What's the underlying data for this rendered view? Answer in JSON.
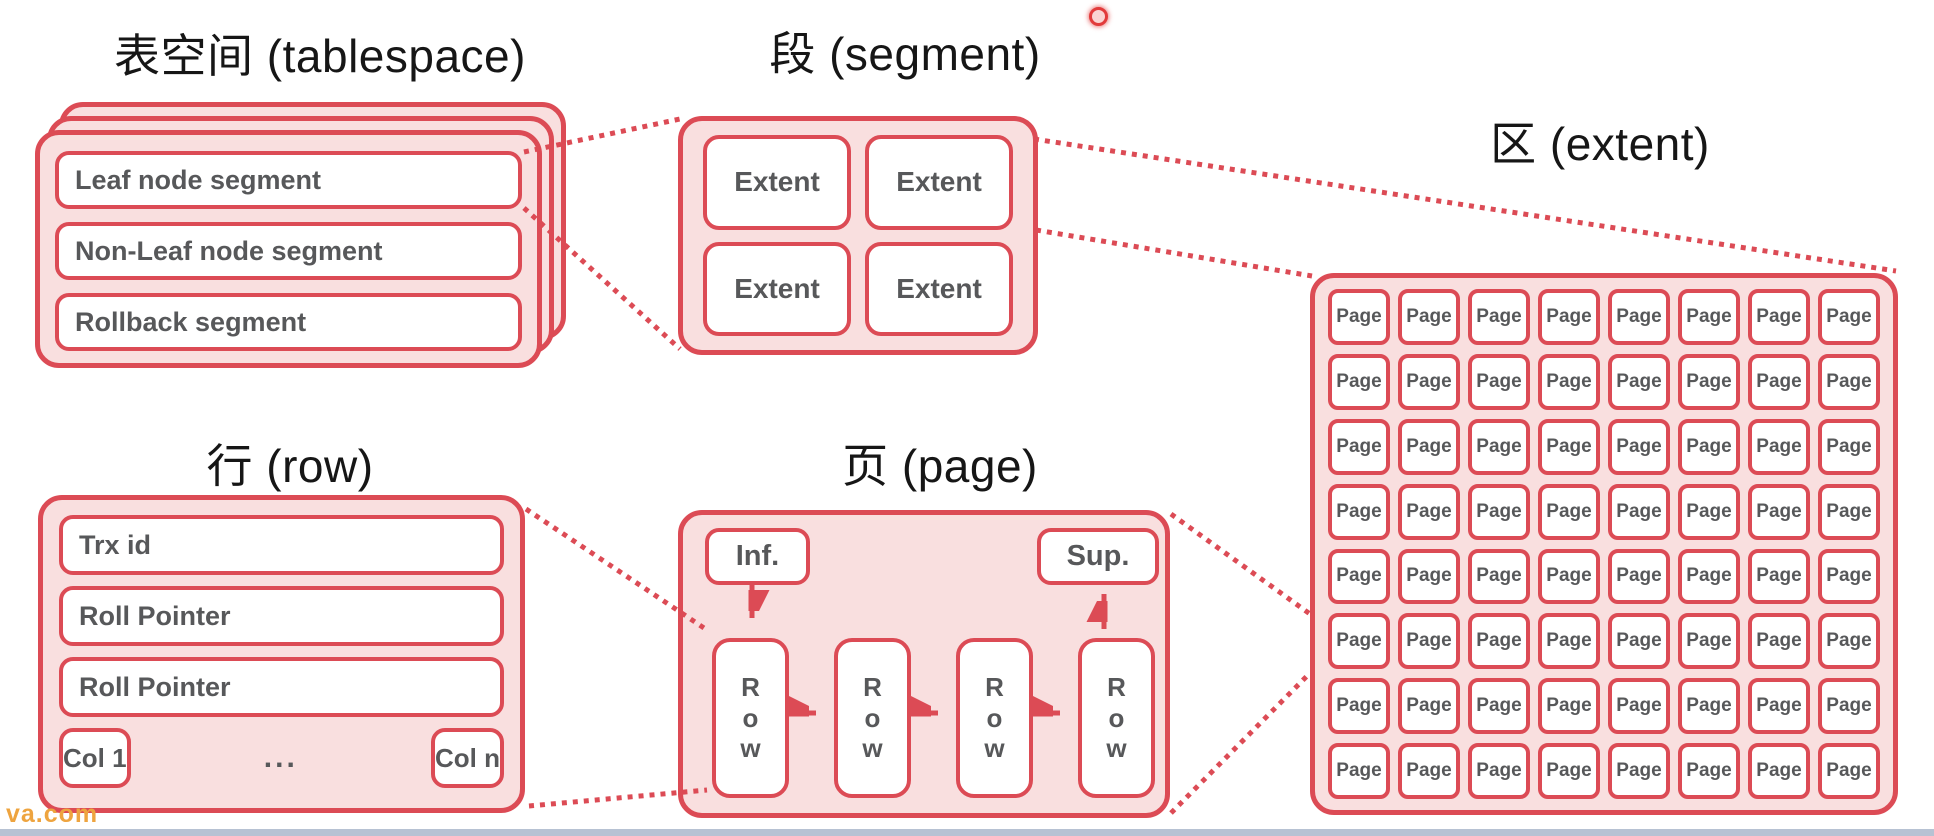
{
  "tablespace": {
    "title": "表空间 (tablespace)",
    "items": [
      "Leaf node segment",
      "Non-Leaf node segment",
      "Rollback segment"
    ]
  },
  "segment": {
    "title": "段 (segment)",
    "extent_label": "Extent",
    "extent_count": 4
  },
  "extent": {
    "title": "区 (extent)",
    "page_label": "Page",
    "grid_rows": 8,
    "grid_cols": 8
  },
  "row": {
    "title": "行 (row)",
    "fields": [
      "Trx id",
      "Roll Pointer",
      "Roll Pointer"
    ],
    "col_first": "Col 1",
    "col_ellipsis": "...",
    "col_last": "Col n"
  },
  "page": {
    "title": "页 (page)",
    "inf_label": "Inf.",
    "sup_label": "Sup.",
    "row_label": "Row",
    "row_count": 4
  },
  "watermark": "va.com",
  "colors": {
    "red_border": "#dc4b55",
    "pink_fill": "#f9dfdf",
    "label_gray": "#57585a",
    "title_black": "#161616",
    "watermark_orange": "#eea43f"
  }
}
